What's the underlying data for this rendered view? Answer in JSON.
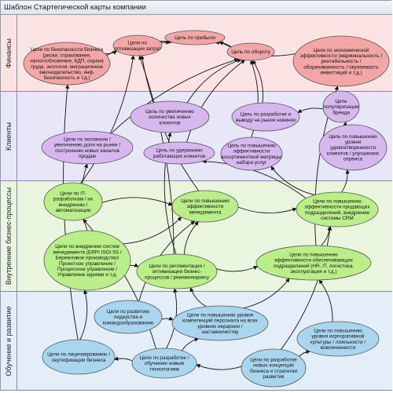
{
  "title": "Шаблон Стартегической карты компании",
  "lanes": [
    {
      "id": "fin",
      "label": "Финансы",
      "color": "#fbe3e3"
    },
    {
      "id": "cli",
      "label": "Клиенты",
      "color": "#e7e7f7"
    },
    {
      "id": "proc",
      "label": "Внутренние бизнес-процессы",
      "color": "#e9f5de"
    },
    {
      "id": "learn",
      "label": "Обучение и развитие",
      "color": "#e3eef8"
    }
  ],
  "fills": {
    "fin": "#f3a6a6",
    "cli": "#d6b8ee",
    "proc": "#b9ee89",
    "learn": "#a9d6ee"
  },
  "goals": [
    {
      "id": "g_safety",
      "lane": "fin",
      "lines": [
        "Цели по безопасности бизнеса",
        "(риски, страхование,",
        "налогообложение, КДП, охрана",
        "труда, экология, миграционное",
        "законодательство, инф.",
        "безопасность и т.д.)"
      ]
    },
    {
      "id": "g_cost",
      "lane": "fin",
      "lines": [
        "Цели по",
        "оптимизации затрат"
      ]
    },
    {
      "id": "g_profit",
      "lane": "fin",
      "lines": [
        "Цель по прибыли"
      ]
    },
    {
      "id": "g_turnover",
      "lane": "fin",
      "lines": [
        "Цель по обороту"
      ]
    },
    {
      "id": "g_econ",
      "lane": "fin",
      "lines": [
        "Цели по экономической",
        "эффективности (маржинальность /",
        "рентабельность /",
        "оборачиваемость / окупаемость",
        "инвестиций  и т.д.)"
      ]
    },
    {
      "id": "g_expansion",
      "lane": "cli",
      "lines": [
        "Цели по экспансии /",
        "увеличению доли на рынке /",
        "построению новых каналов",
        "продаж"
      ]
    },
    {
      "id": "g_newclients",
      "lane": "cli",
      "lines": [
        "Цель по увеличению",
        "количества новых",
        "клиентов"
      ]
    },
    {
      "id": "g_retain",
      "lane": "cli",
      "lines": [
        "Цель по удержанию",
        "работающих клиентов"
      ]
    },
    {
      "id": "g_newprod",
      "lane": "cli",
      "lines": [
        "Цель по разработке и",
        "выводу на рынок новинок"
      ]
    },
    {
      "id": "g_assort",
      "lane": "cli",
      "lines": [
        "Цель по повышению",
        "эффективности",
        "ассортиментной матрицы/",
        "набора услуг"
      ]
    },
    {
      "id": "g_brand",
      "lane": "cli",
      "lines": [
        "Цель",
        "популяризации",
        "бренда"
      ]
    },
    {
      "id": "g_satisf",
      "lane": "cli",
      "lines": [
        "Цель по повышению",
        "уровня",
        "удовлетворенности",
        "клиентов / улучшению",
        "сервиса"
      ]
    },
    {
      "id": "g_it",
      "lane": "proc",
      "lines": [
        "Цели по IT-",
        "разработкам / их",
        "внедрению /",
        "автоматизации"
      ]
    },
    {
      "id": "g_mgmt",
      "lane": "proc",
      "lines": [
        "Цели по повышению",
        "эффективности",
        "менеджмента"
      ]
    },
    {
      "id": "g_sales",
      "lane": "proc",
      "lines": [
        "Цели по повышению",
        "эффективности продающих",
        "подразделений, внедрению",
        "системы CRM"
      ]
    },
    {
      "id": "g_systems",
      "lane": "proc",
      "lines": [
        "Цели по внедрению систем",
        "менеджмента (ERP/ ISO/ 5S /",
        "Бережливое производство/",
        "Проектное управление /",
        "Процессное управление /",
        "Управление идеями и т.д."
      ]
    },
    {
      "id": "g_regl",
      "lane": "proc",
      "lines": [
        "Цели по реглментации /",
        "оптимизации бизнес-",
        "процессов / реинжинирингу"
      ]
    },
    {
      "id": "g_support",
      "lane": "proc",
      "lines": [
        "Цели по повышению",
        "эффективности обеспечивающих",
        "подразделений (HR, IT, логистика,",
        "эксплуатация и т.д.)"
      ]
    },
    {
      "id": "g_leader",
      "lane": "learn",
      "lines": [
        "Цели по развитию",
        "лидерства и",
        "командообразованию"
      ]
    },
    {
      "id": "g_compet",
      "lane": "learn",
      "lines": [
        "Цели по повышению уровня",
        "компетенций персонала на всех",
        "уровнях иерархии /",
        "наставничеству"
      ]
    },
    {
      "id": "g_license",
      "lane": "learn",
      "lines": [
        "Цели по лицензированию /",
        "сертификации бизнеса"
      ]
    },
    {
      "id": "g_tech",
      "lane": "learn",
      "lines": [
        "Цели по разработке /",
        "обучению новым",
        "технологиям"
      ]
    },
    {
      "id": "g_culture",
      "lane": "learn",
      "lines": [
        "Цели по повышению",
        "уровня корпоративной",
        "культуры / лояльности /",
        "вовлеченности"
      ]
    },
    {
      "id": "g_concept",
      "lane": "learn",
      "lines": [
        "Цели по разработке",
        "новых концепций",
        "бизнеса и стратегии",
        "развития"
      ]
    }
  ],
  "links": [
    [
      "g_cost",
      "g_profit"
    ],
    [
      "g_safety",
      "g_profit"
    ],
    [
      "g_turnover",
      "g_profit"
    ],
    [
      "g_econ",
      "g_profit"
    ],
    [
      "g_safety",
      "g_cost"
    ],
    [
      "g_newclients",
      "g_turnover"
    ],
    [
      "g_newprod",
      "g_turnover"
    ],
    [
      "g_retain",
      "g_turnover"
    ],
    [
      "g_assort",
      "g_turnover"
    ],
    [
      "g_satisf",
      "g_brand"
    ],
    [
      "g_brand",
      "g_newprod"
    ],
    [
      "g_expansion",
      "g_turnover"
    ],
    [
      "g_it",
      "g_cost"
    ],
    [
      "g_it",
      "g_mgmt"
    ],
    [
      "g_mgmt",
      "g_sales"
    ],
    [
      "g_mgmt",
      "g_cost"
    ],
    [
      "g_sales",
      "g_satisf"
    ],
    [
      "g_sales",
      "g_assort"
    ],
    [
      "g_sales",
      "g_retain"
    ],
    [
      "g_systems",
      "g_expansion"
    ],
    [
      "g_systems",
      "g_mgmt"
    ],
    [
      "g_regl",
      "g_mgmt"
    ],
    [
      "g_regl",
      "g_support"
    ],
    [
      "g_regl",
      "g_newclients"
    ],
    [
      "g_support",
      "g_sales"
    ],
    [
      "g_support",
      "g_econ"
    ],
    [
      "g_regl",
      "g_cost"
    ],
    [
      "g_systems",
      "g_regl"
    ],
    [
      "g_license",
      "g_systems"
    ],
    [
      "g_license",
      "g_safety"
    ],
    [
      "g_tech",
      "g_license"
    ],
    [
      "g_tech",
      "g_compet"
    ],
    [
      "g_tech",
      "g_it"
    ],
    [
      "g_compet",
      "g_regl"
    ],
    [
      "g_compet",
      "g_support"
    ],
    [
      "g_leader",
      "g_mgmt"
    ],
    [
      "g_culture",
      "g_support"
    ],
    [
      "g_concept",
      "g_tech"
    ],
    [
      "g_concept",
      "g_sales"
    ],
    [
      "g_leader",
      "g_compet"
    ],
    [
      "g_tech",
      "g_regl"
    ],
    [
      "g_concept",
      "g_culture"
    ]
  ]
}
